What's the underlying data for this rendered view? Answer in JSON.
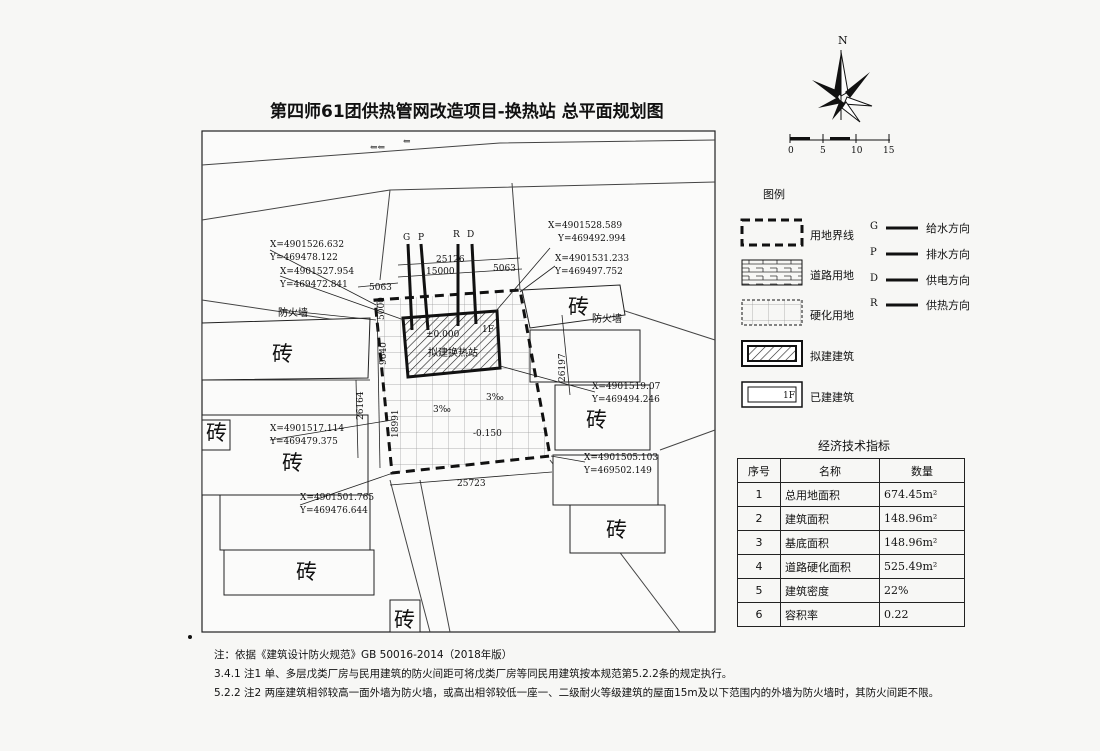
{
  "title": "第四师61团供热管网改造项目-换热站  总平面规划图",
  "north_label": "N",
  "scale_labels": [
    "0",
    "5",
    "10",
    "15"
  ],
  "legend": {
    "title": "图例",
    "items": [
      "用地界线",
      "道路用地",
      "硬化用地",
      "拟建建筑",
      "已建建筑"
    ],
    "existing_box_label": "1F",
    "pipes": [
      {
        "letter": "G",
        "label": "给水方向"
      },
      {
        "letter": "P",
        "label": "排水方向"
      },
      {
        "letter": "D",
        "label": "供电方向"
      },
      {
        "letter": "R",
        "label": "供热方向"
      }
    ]
  },
  "plan": {
    "brick": "砖",
    "firewall": "防火墙",
    "pipe_letters": [
      "G",
      "P",
      "R",
      "D"
    ],
    "building_label": "拟建换热站",
    "elevation_top": "±0.000",
    "elevation_bottom": "-0.150",
    "floors": "1F",
    "slope_1": "3‰",
    "slope_2": "3‰",
    "dims": {
      "d25126": "25126",
      "d15000": "15000",
      "d5063a": "5063",
      "d5063b": "5063",
      "d26197": "26197",
      "d25723": "25723",
      "d18991": "18991",
      "d26164": "26164",
      "d9640": "9640",
      "d5000": "5000"
    },
    "coords": [
      {
        "x": "X=4901526.632",
        "y": "Y=469478.122"
      },
      {
        "x": "X=4901527.954",
        "y": "Y=469472.841"
      },
      {
        "x": "X=4901528.589",
        "y": "Y=469492.994"
      },
      {
        "x": "X=4901531.233",
        "y": "Y=469497.752"
      },
      {
        "x": "X=4901519.07",
        "y": "Y=469494.246"
      },
      {
        "x": "X=4901517.114",
        "y": "Y=469479.375"
      },
      {
        "x": "X=4901505.103",
        "y": "Y=469502.149"
      },
      {
        "x": "X=4901501.765",
        "y": "Y=469476.644"
      }
    ]
  },
  "econ": {
    "title": "经济技术指标",
    "headers": [
      "序号",
      "名称",
      "数量"
    ],
    "rows": [
      {
        "no": "1",
        "name": "总用地面积",
        "value": "674.45m²"
      },
      {
        "no": "2",
        "name": "建筑面积",
        "value": "148.96m²"
      },
      {
        "no": "3",
        "name": "基底面积",
        "value": "148.96m²"
      },
      {
        "no": "4",
        "name": "道路硬化面积",
        "value": "525.49m²"
      },
      {
        "no": "5",
        "name": "建筑密度",
        "value": "22%"
      },
      {
        "no": "6",
        "name": "容积率",
        "value": "0.22"
      }
    ]
  },
  "notes": [
    "注：依据《建筑设计防火规范》GB 50016-2014（2018年版）",
    "3.4.1  注1 单、多层戊类厂房与民用建筑的防火间距可将戊类厂房等同民用建筑按本规范第5.2.2条的规定执行。",
    "5.2.2  注2 两座建筑相邻较高一面外墙为防火墙，或高出相邻较低一座一、二级耐火等级建筑的屋面15m及以下范围内的外墙为防火墙时，其防火间距不限。"
  ]
}
